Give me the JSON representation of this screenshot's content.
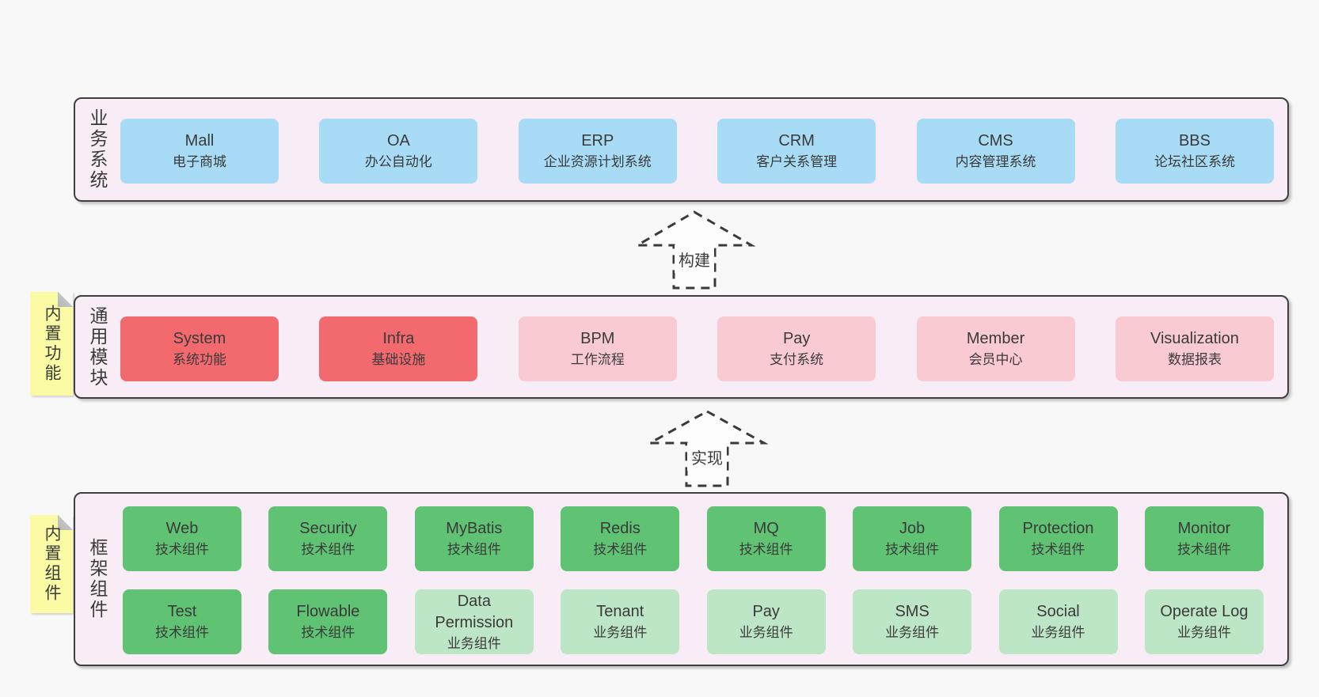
{
  "colors": {
    "blue": "#a8dbf5",
    "red": "#f2696e",
    "pink": "#f9cad2",
    "green": "#5fc373",
    "lightGreen": "#bde6c6",
    "note": "#fbfba5",
    "panel": "#f8edf7"
  },
  "sections": [
    {
      "label": "业务系统",
      "rows": [
        [
          {
            "en": "Mall",
            "zh": "电子商城"
          },
          {
            "en": "OA",
            "zh": "办公自动化"
          },
          {
            "en": "ERP",
            "zh": "企业资源计划系统"
          },
          {
            "en": "CRM",
            "zh": "客户关系管理"
          },
          {
            "en": "CMS",
            "zh": "内容管理系统"
          },
          {
            "en": "BBS",
            "zh": "论坛社区系统"
          }
        ]
      ]
    },
    {
      "label": "通用模块",
      "note": "内置功能",
      "rows": [
        [
          {
            "en": "System",
            "zh": "系统功能"
          },
          {
            "en": "Infra",
            "zh": "基础设施"
          },
          {
            "en": "BPM",
            "zh": "工作流程"
          },
          {
            "en": "Pay",
            "zh": "支付系统"
          },
          {
            "en": "Member",
            "zh": "会员中心"
          },
          {
            "en": "Visualization",
            "zh": "数据报表"
          }
        ]
      ]
    },
    {
      "label": "框架组件",
      "note": "内置组件",
      "rows": [
        [
          {
            "en": "Web",
            "zh": "技术组件"
          },
          {
            "en": "Security",
            "zh": "技术组件"
          },
          {
            "en": "MyBatis",
            "zh": "技术组件"
          },
          {
            "en": "Redis",
            "zh": "技术组件"
          },
          {
            "en": "MQ",
            "zh": "技术组件"
          },
          {
            "en": "Job",
            "zh": "技术组件"
          },
          {
            "en": "Protection",
            "zh": "技术组件"
          },
          {
            "en": "Monitor",
            "zh": "技术组件"
          }
        ],
        [
          {
            "en": "Test",
            "zh": "技术组件"
          },
          {
            "en": "Flowable",
            "zh": "技术组件"
          },
          {
            "en": "Data Permission",
            "zh": "业务组件"
          },
          {
            "en": "Tenant",
            "zh": "业务组件"
          },
          {
            "en": "Pay",
            "zh": "业务组件"
          },
          {
            "en": "SMS",
            "zh": "业务组件"
          },
          {
            "en": "Social",
            "zh": "业务组件"
          },
          {
            "en": "Operate Log",
            "zh": "业务组件"
          }
        ]
      ]
    }
  ],
  "arrows": [
    {
      "label": "构建"
    },
    {
      "label": "实现"
    }
  ]
}
